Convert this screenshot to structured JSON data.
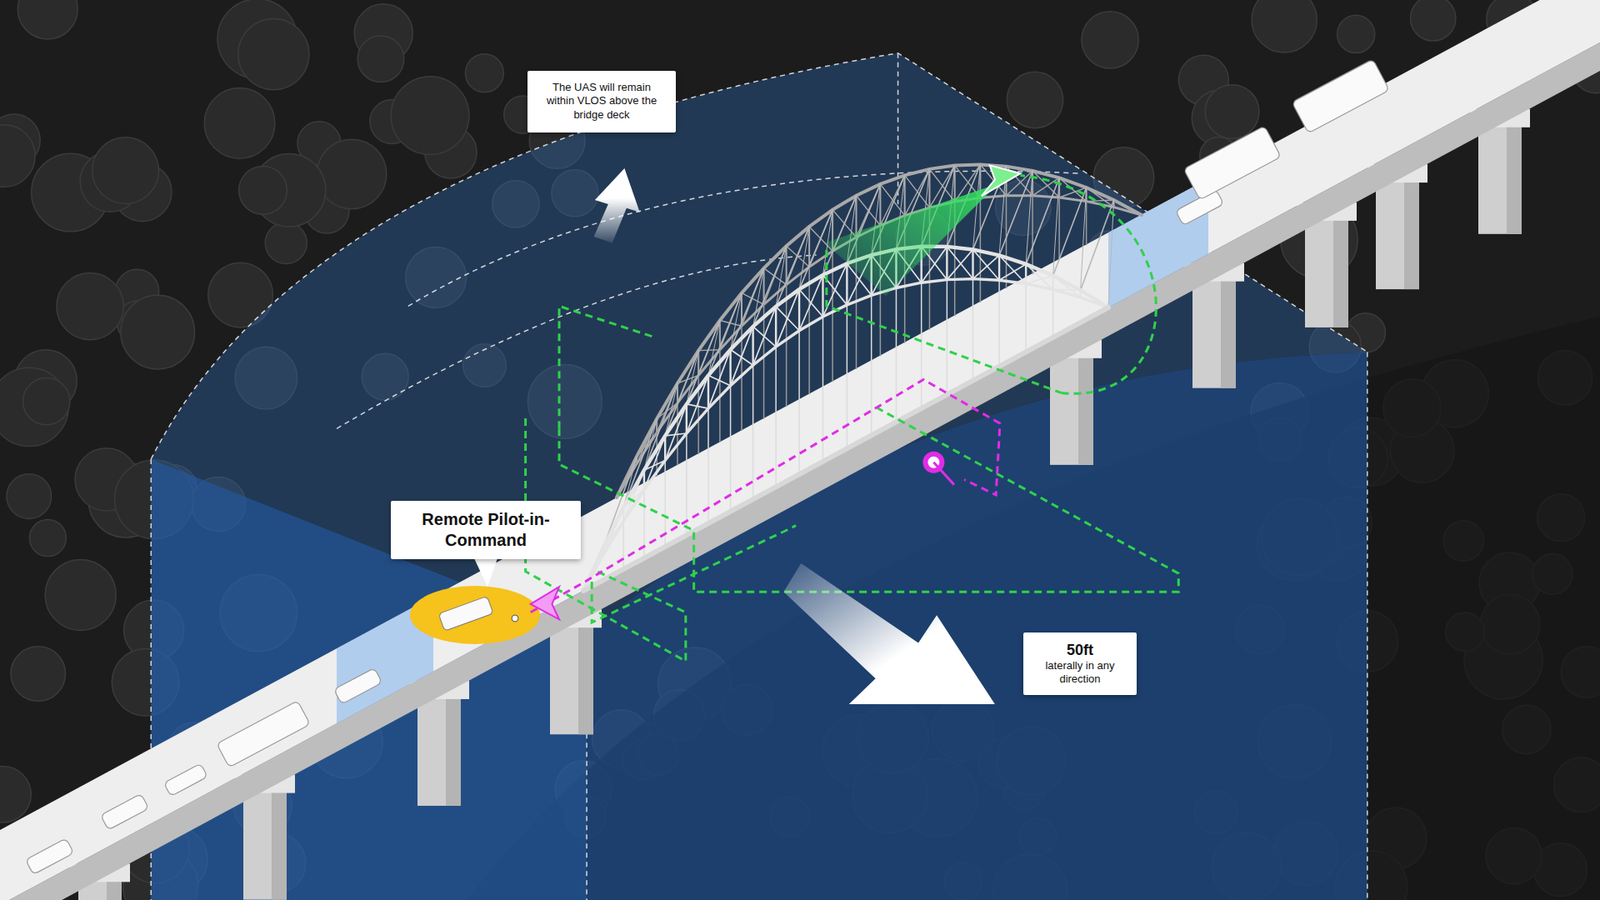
{
  "diagram": {
    "nodes": [
      {
        "text": [
          "The UAS will remain within VLOS above the bridge deck"
        ]
      },
      {
        "text": [
          "Remote Pilot-in-Command"
        ]
      },
      {
        "text": [
          "50ft",
          "laterally in any direction"
        ]
      }
    ]
  }
}
